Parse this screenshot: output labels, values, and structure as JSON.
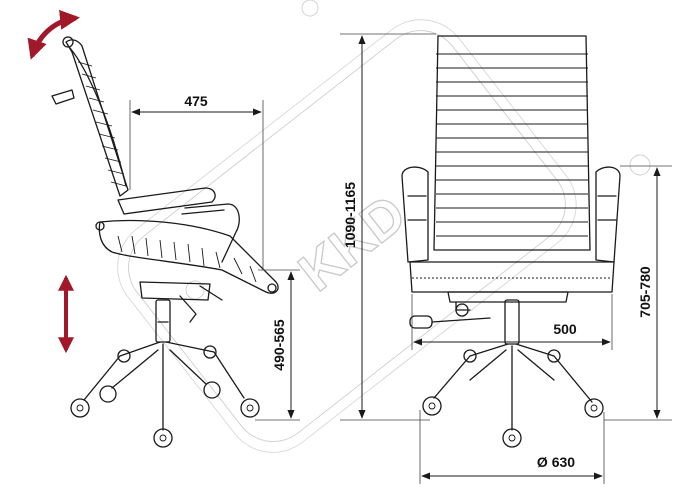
{
  "dimensions": {
    "side_depth": "475",
    "total_height": "1090-1165",
    "seat_height": "490-565",
    "armrest_height": "705-780",
    "seat_width": "500",
    "base_diameter": "Ø 630"
  },
  "watermark": {
    "text": "KKD"
  },
  "colors": {
    "ink": "#1a1a1a",
    "arrow": "#a0182a",
    "watermark": "#c9c9c9"
  },
  "icons": [
    "tilt-arrow-icon",
    "height-adjust-arrow-icon"
  ]
}
